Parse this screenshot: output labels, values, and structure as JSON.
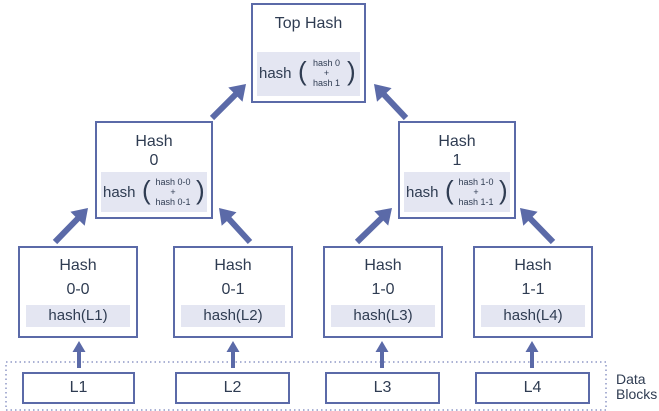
{
  "top": {
    "title": "Top Hash",
    "fn": "hash",
    "inputs": [
      "hash 0",
      "+",
      "hash 1"
    ]
  },
  "mid": [
    {
      "title": "Hash",
      "id": "0",
      "fn": "hash",
      "inputs": [
        "hash 0-0",
        "+",
        "hash 0-1"
      ]
    },
    {
      "title": "Hash",
      "id": "1",
      "fn": "hash",
      "inputs": [
        "hash 1-0",
        "+",
        "hash 1-1"
      ]
    }
  ],
  "low": [
    {
      "title": "Hash",
      "id": "0-0",
      "fn": "hash(L1)"
    },
    {
      "title": "Hash",
      "id": "0-1",
      "fn": "hash(L2)"
    },
    {
      "title": "Hash",
      "id": "1-0",
      "fn": "hash(L3)"
    },
    {
      "title": "Hash",
      "id": "1-1",
      "fn": "hash(L4)"
    }
  ],
  "blocks": [
    "L1",
    "L2",
    "L3",
    "L4"
  ],
  "blocks_label": [
    "Data",
    "Blocks"
  ],
  "colors": {
    "border": "#5b6aa8",
    "arrow": "#5b6aa8",
    "formula_bg": "#e4e6f2",
    "dots": "#8f98c6"
  }
}
